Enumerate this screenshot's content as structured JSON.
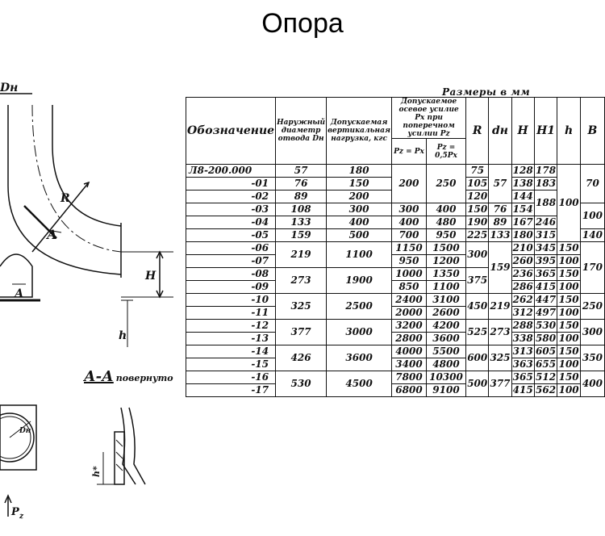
{
  "title": "Опора",
  "units_caption": "Размеры в мм",
  "section_label": "А-А",
  "section_note": "повернуто",
  "drawing_labels": {
    "dn": "Dн",
    "r": "R",
    "a1": "А",
    "a2": "А",
    "h_big": "H",
    "h_small": "h",
    "dn_small": "Dн",
    "p": "P",
    "p_sub": "z",
    "h_star": "h*"
  },
  "table": {
    "headers": {
      "designation": "Обозначение",
      "outer_diameter": "Наружный диаметр отвода Dн",
      "vertical_load": "Допускаемая вертикальная нагрузка, кгс",
      "axial_force": "Допускаемое осевое усилие Px при поперечном усилии Pz",
      "pz_eq_px": "Pz = Px",
      "pz_half_px": "Pz = 0,5Px",
      "r": "R",
      "dn": "dн",
      "H": "H",
      "H1": "H1",
      "h": "h",
      "B": "B"
    },
    "designations": [
      "Л8-200.000",
      "-01",
      "-02",
      "-03",
      "-04",
      "-05",
      "-06",
      "-07",
      "-08",
      "-09",
      "-10",
      "-11",
      "-12",
      "-13",
      "-14",
      "-15",
      "-16",
      "-17"
    ],
    "dn_outer": [
      "57",
      "76",
      "89",
      "108",
      "133",
      "159",
      "219",
      "273",
      "325",
      "377",
      "426",
      "530"
    ],
    "loads": [
      "180",
      "150",
      "200",
      "300",
      "400",
      "500",
      "1100",
      "1900",
      "2500",
      "3000",
      "3600",
      "4500"
    ],
    "px_eq": [
      "200",
      "300",
      "400",
      "700",
      "1150",
      "950",
      "1000",
      "850",
      "2400",
      "2000",
      "3200",
      "2800",
      "4000",
      "3400",
      "7800",
      "6800"
    ],
    "px_half": [
      "250",
      "400",
      "480",
      "950",
      "1500",
      "1200",
      "1350",
      "1100",
      "3100",
      "2600",
      "4200",
      "3600",
      "5500",
      "4800",
      "10300",
      "9100"
    ],
    "r": [
      "75",
      "105",
      "120",
      "150",
      "190",
      "225",
      "300",
      "375",
      "450",
      "525",
      "600",
      "500"
    ],
    "dn_inner": [
      "57",
      "76",
      "89",
      "133",
      "159",
      "219",
      "273",
      "325",
      "377"
    ],
    "H": [
      "128",
      "138",
      "144",
      "154",
      "167",
      "180",
      "210",
      "260",
      "236",
      "286",
      "262",
      "312",
      "288",
      "338",
      "313",
      "363",
      "365",
      "415"
    ],
    "H1": [
      "178",
      "183",
      "188",
      "246",
      "315",
      "345",
      "395",
      "365",
      "415",
      "447",
      "497",
      "530",
      "580",
      "605",
      "655",
      "512",
      "562"
    ],
    "h": [
      "100",
      "150",
      "100",
      "150",
      "100",
      "150",
      "100",
      "150",
      "100",
      "150",
      "100",
      "150"
    ],
    "B": [
      "70",
      "100",
      "140",
      "170",
      "250",
      "300",
      "350",
      "400"
    ]
  }
}
